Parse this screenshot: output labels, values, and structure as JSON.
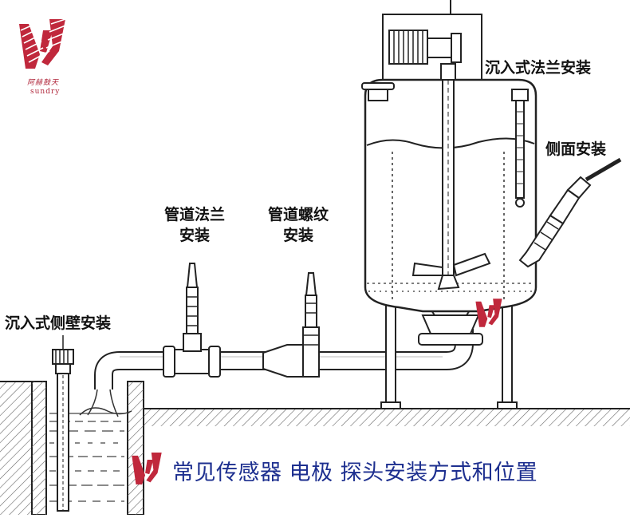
{
  "brand": {
    "name_cn": "阿赫鼓天",
    "name_en": "sundry",
    "color": "#c0283c"
  },
  "labels": {
    "submerged_flange": "沉入式法兰安装",
    "side_mount": "侧面安装",
    "pipe_flange_line1": "管道法兰",
    "pipe_flange_line2": "安装",
    "pipe_thread_line1": "管道螺纹",
    "pipe_thread_line2": "安装",
    "submerged_sidewall": "沉入式侧壁安装"
  },
  "caption": "常见传感器  电极  探头安装方式和位置",
  "colors": {
    "line": "#1a1a1a",
    "caption": "#1d2f8f",
    "hatch": "#555555"
  },
  "icons": [
    "motor-icon",
    "agitator-icon",
    "sensor-probe-icon",
    "flange-icon",
    "pipe-icon",
    "tank-icon"
  ]
}
